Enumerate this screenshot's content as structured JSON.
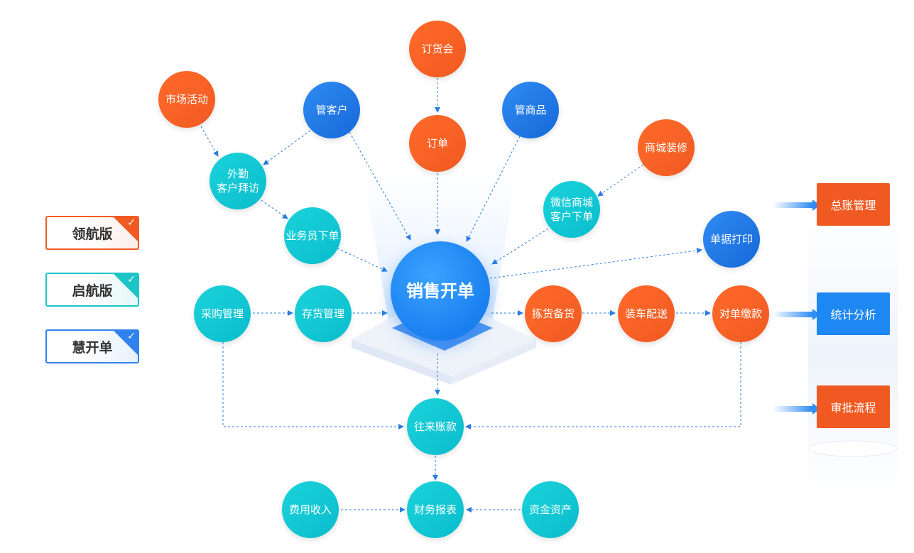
{
  "editions": [
    {
      "label": "领航版",
      "color": "#f05a22"
    },
    {
      "label": "启航版",
      "color": "#1cc4c8"
    },
    {
      "label": "慧开单",
      "color": "#2f82ee"
    }
  ],
  "center": {
    "label": "销售开单"
  },
  "nodes": {
    "dinghuohui": "订货会",
    "dingdan": "订单",
    "shichanghuodong": "市场活动",
    "guankehu": "管客户",
    "guanshangpin": "管商品",
    "shangchengzhuangxiu": "商城装修",
    "waiqin": "外勤\n客户拜访",
    "weixinshangcheng": "微信商城\n客户下单",
    "yewuyuan": "业务员下单",
    "danjudayin": "单据打印",
    "caigou": "采购管理",
    "cunhuo": "存货管理",
    "jianhuo": "拣货备货",
    "zhuangche": "装车配送",
    "duidan": "对单缴款",
    "wanglai": "往来账款",
    "feiyong": "费用收入",
    "caiwu": "财务报表",
    "zijin": "资金资产"
  },
  "modules": [
    {
      "label": "总账管理",
      "color": "#f05a22"
    },
    {
      "label": "统计分析",
      "color": "#1e88f2"
    },
    {
      "label": "审批流程",
      "color": "#f05a22"
    }
  ]
}
